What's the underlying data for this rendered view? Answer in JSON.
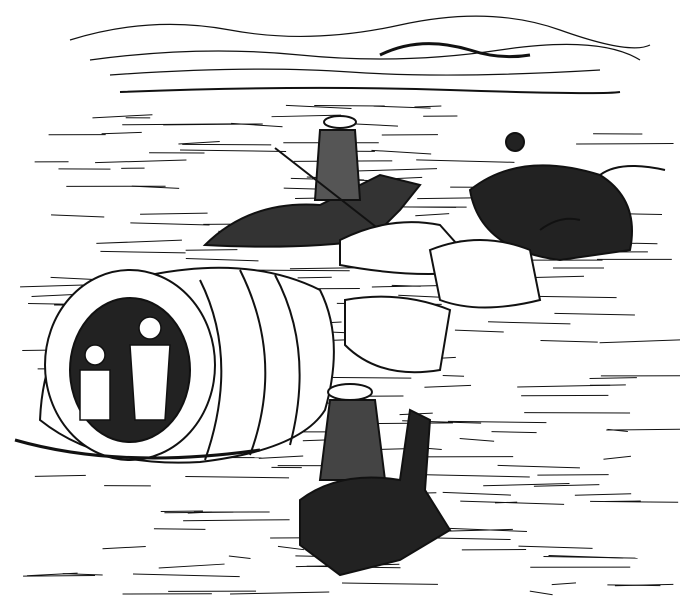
{
  "illustration": {
    "style": "pen-and-ink",
    "colors": {
      "ink": "#111111",
      "paper": "#ffffff"
    },
    "elements": [
      "distant-hills",
      "river-water",
      "covered-wagon",
      "wagon-passengers",
      "rider-on-horse-with-rifle",
      "longhorn-cattle",
      "rider-on-mule-foreground"
    ]
  }
}
